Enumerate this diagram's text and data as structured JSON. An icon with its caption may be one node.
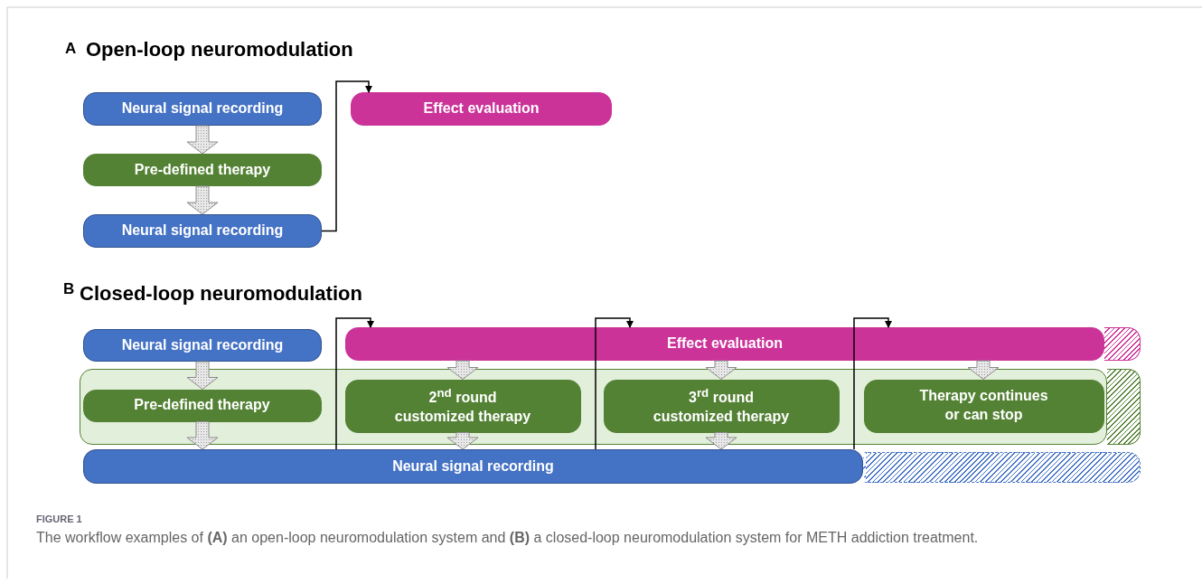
{
  "diagram": {
    "caption": "The workflow examples of **(A)** an open-loop neuromodulation system and **(B)** a closed-loop neuromodulation system for METH addiction treatment.",
    "nodes": [
      {
        "text": [
          "Neural signal recording"
        ]
      },
      {
        "text": [
          "Pre-defined therapy"
        ]
      },
      {
        "text": [
          "Neural signal recording"
        ]
      },
      {
        "text": [
          "Effect evaluation"
        ]
      },
      {
        "text": [
          "Neural signal recording"
        ]
      },
      {
        "text": [
          "Effect evaluation"
        ]
      },
      {
        "text": [],
        "shape": "box"
      },
      {
        "text": [
          "Pre-defined therapy"
        ],
        "in": 6
      },
      {
        "text": [
          "2$^{nd}$ round customized therapy"
        ],
        "in": 6
      },
      {
        "text": [
          "3$^{rd}$ round customized therapy"
        ],
        "in": 6
      },
      {
        "text": [
          "Therapy continues or can stop"
        ],
        "in": 6
      },
      {
        "text": [
          "Neural signal recording"
        ]
      },
      {
        "text": [],
        "shape": "box"
      },
      {
        "text": [],
        "shape": "box"
      },
      {
        "text": [],
        "shape": "box"
      }
    ],
    "edges": [
      {
        "from": 0,
        "to": 1,
        "arrow": "to",
        "style": "thick"
      },
      {
        "from": 1,
        "to": 2,
        "arrow": "to",
        "style": "thick"
      },
      {
        "from": 2,
        "to": 3,
        "arrow": "to"
      },
      {
        "from": 4,
        "to": 7,
        "arrow": "to",
        "style": "thick"
      },
      {
        "from": 7,
        "to": 11,
        "arrow": "to",
        "style": "thick"
      },
      {
        "from": 5,
        "to": 8,
        "arrow": "to",
        "style": "thick"
      },
      {
        "from": 8,
        "to": 11,
        "arrow": "to",
        "style": "thick"
      },
      {
        "from": 5,
        "to": 9,
        "arrow": "to",
        "style": "thick"
      },
      {
        "from": 9,
        "to": 11,
        "arrow": "to",
        "style": "thick"
      },
      {
        "from": 5,
        "to": 10,
        "arrow": "to",
        "style": "thick"
      },
      {
        "from": 11,
        "to": 5,
        "arrow": "to"
      },
      {
        "from": 11,
        "to": 5,
        "arrow": "to"
      },
      {
        "from": 11,
        "to": 5,
        "arrow": "to"
      }
    ],
    "labels": [
      "A",
      "Open-loop neuromodulation",
      "B",
      "Closed-loop neuromodulation",
      "FIGURE 1"
    ]
  }
}
